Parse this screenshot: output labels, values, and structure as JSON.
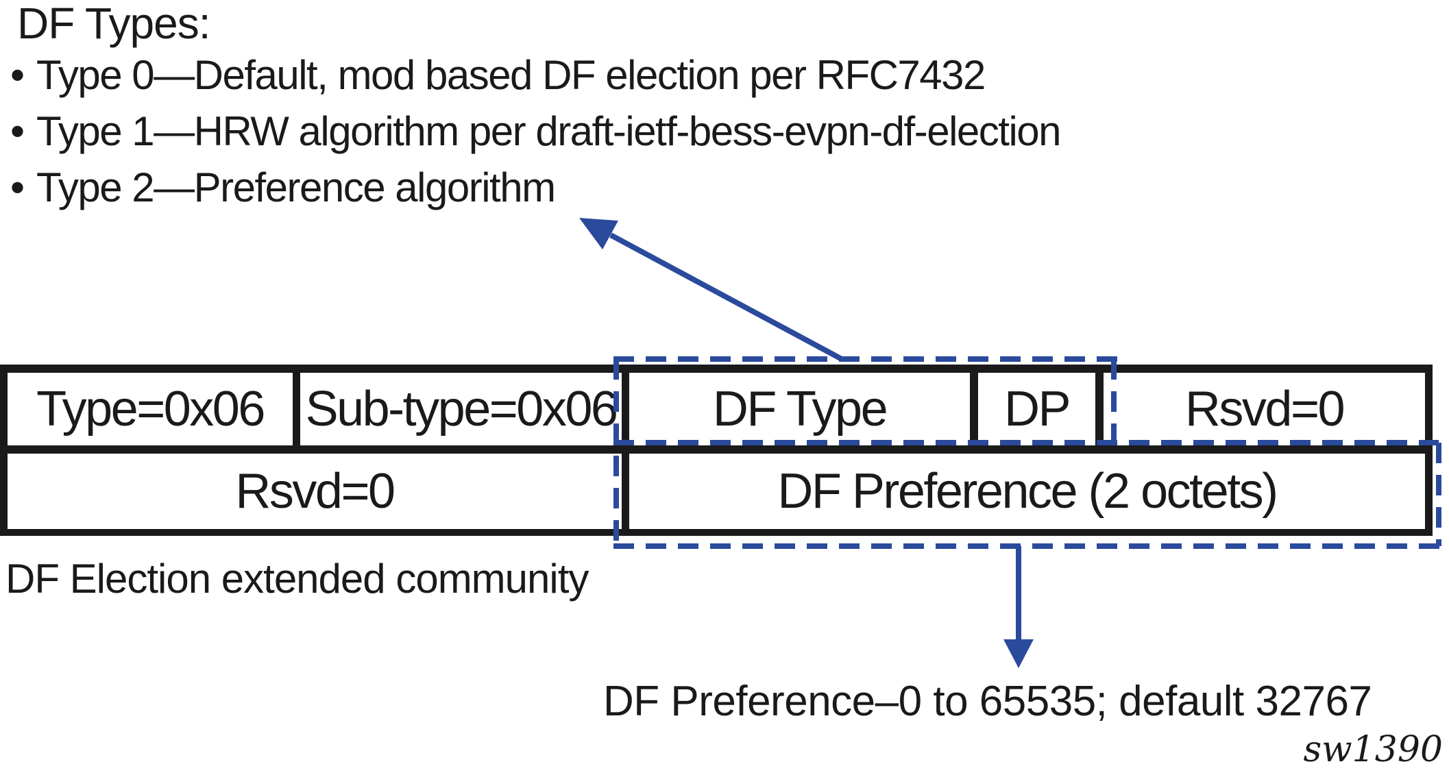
{
  "colors": {
    "accent_blue": "#2a4a9c",
    "ink": "#1a1a1a"
  },
  "title": "DF Types:",
  "bullet_marker": "•",
  "bullets": [
    "Type 0—Default, mod based DF election per RFC7432",
    "Type 1—HRW algorithm per draft-ietf-bess-evpn-df-election",
    "Type 2—Preference algorithm"
  ],
  "packet_table": {
    "row1": {
      "type": "Type=0x06",
      "subtype": "Sub-type=0x06",
      "df_type": "DF Type",
      "dp": "DP",
      "rsvd": "Rsvd=0"
    },
    "row2": {
      "rsvd": "Rsvd=0",
      "df_preference": "DF Preference (2 octets)"
    }
  },
  "caption": "DF Election extended community",
  "preference_note": "DF Preference–0 to 65535; default 32767",
  "figure_id": "sw1390"
}
